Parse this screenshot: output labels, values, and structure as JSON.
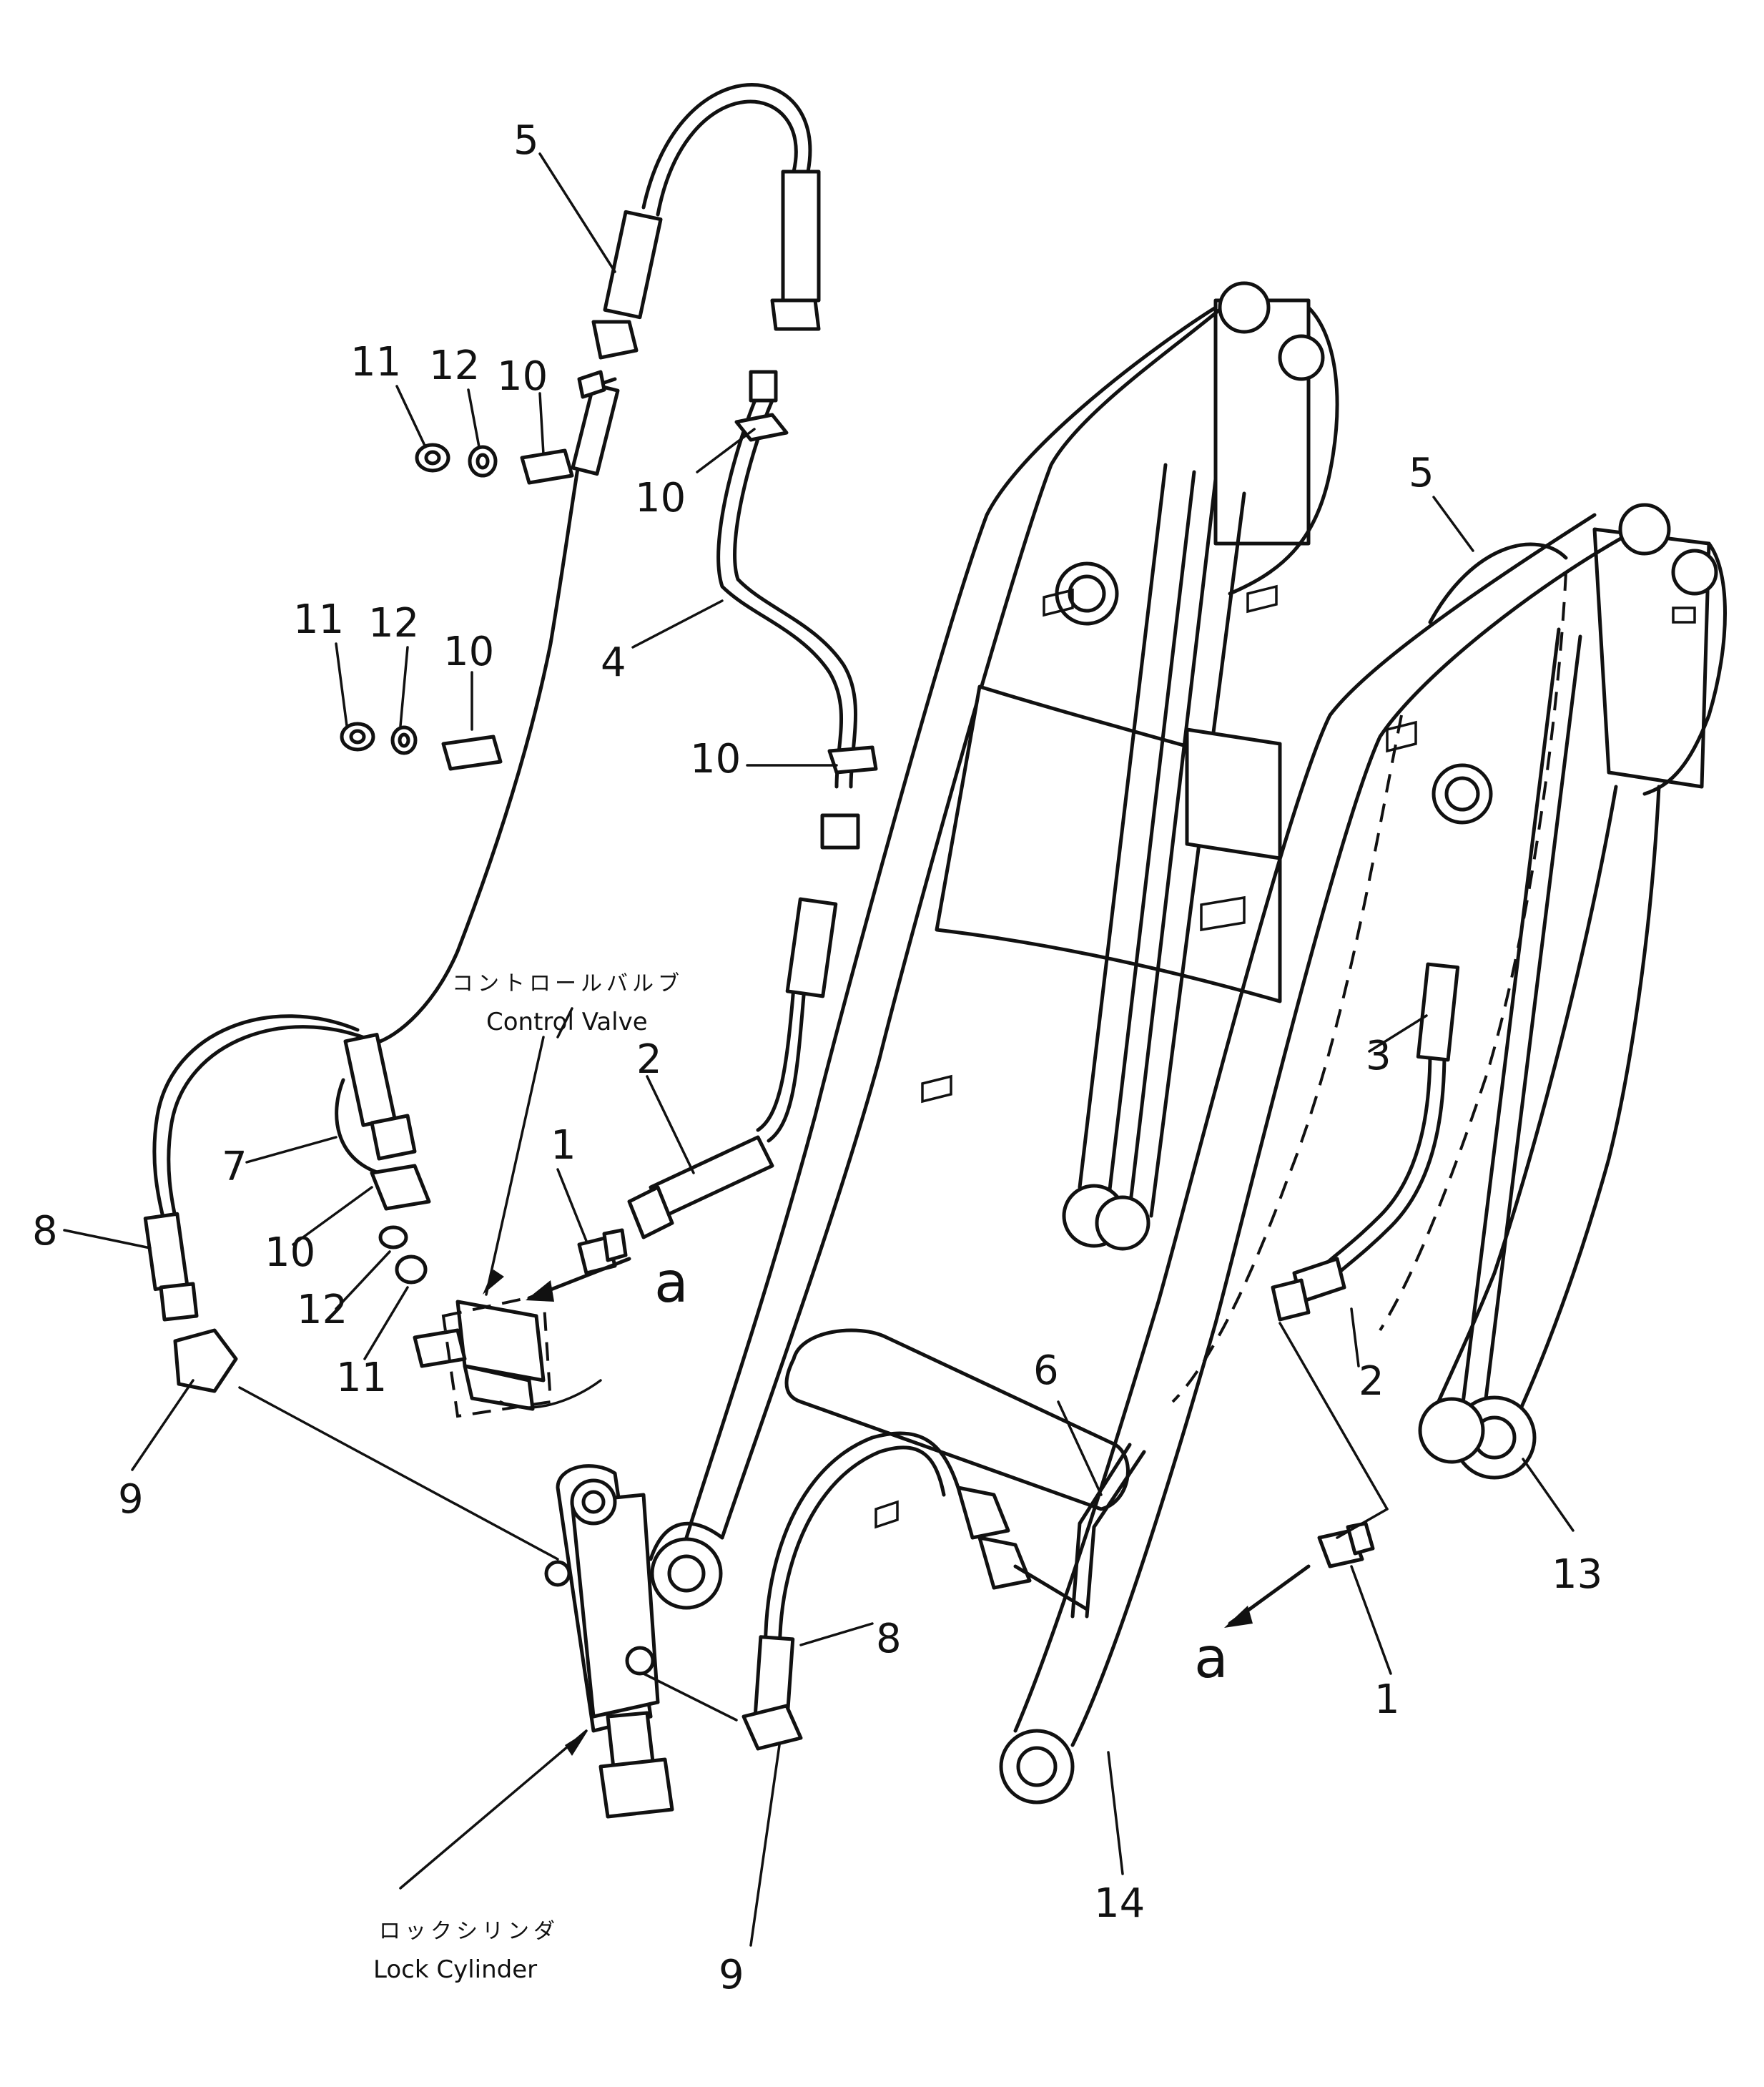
{
  "labels": {
    "control_valve_ja": "コントロールバルブ",
    "control_valve_en": "Control Valve",
    "lock_cylinder_ja": "ロックシリンダ",
    "lock_cylinder_en": "Lock Cylinder",
    "view_a": "a"
  },
  "callouts": {
    "n1": "1",
    "n2": "2",
    "n3": "3",
    "n4": "4",
    "n5": "5",
    "n6": "6",
    "n7": "7",
    "n8": "8",
    "n9": "9",
    "n10": "10",
    "n11": "11",
    "n12": "12",
    "n13": "13",
    "n14": "14"
  }
}
